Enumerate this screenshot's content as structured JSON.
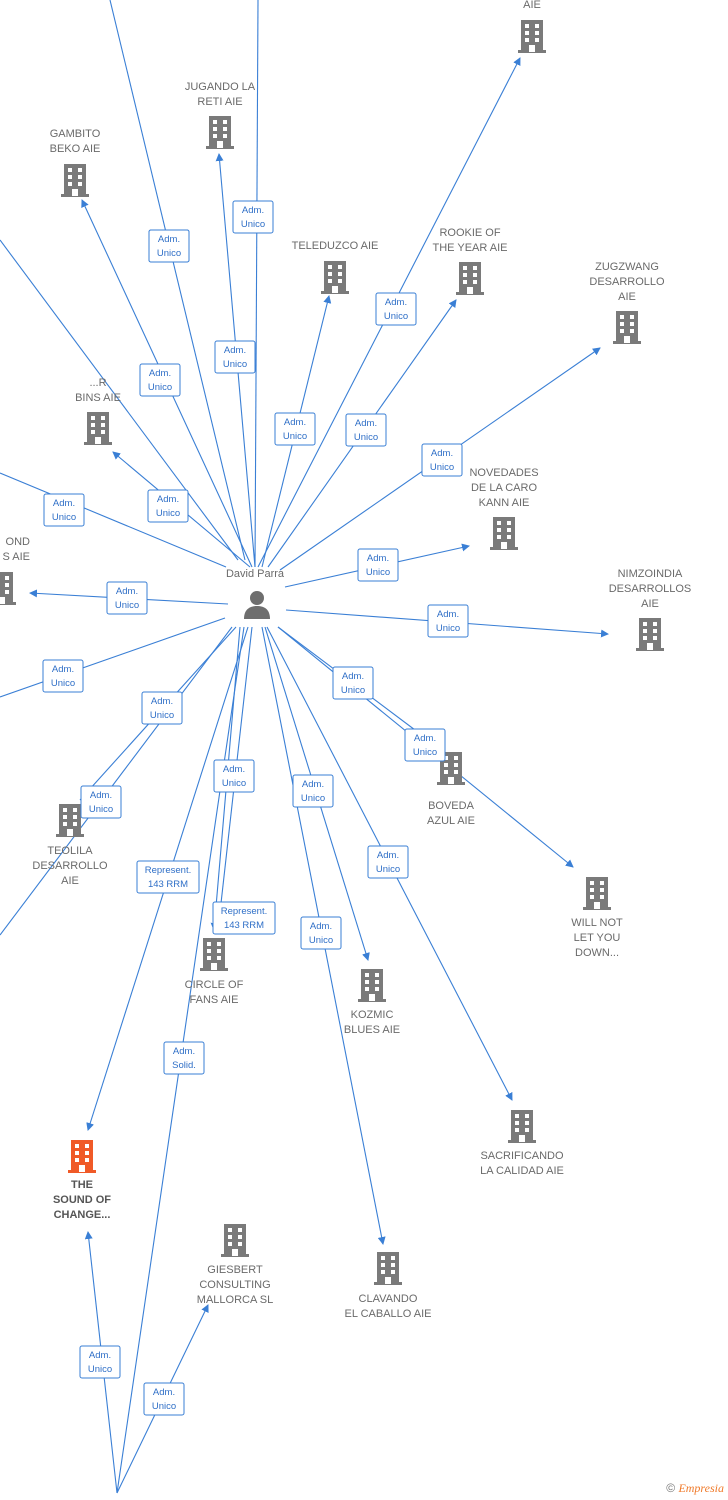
{
  "center": {
    "name": "David Parra"
  },
  "colors": {
    "edge": "#3a7fd5",
    "building": "#7a7a7a",
    "building_focus": "#f05a28"
  },
  "nodes": [
    {
      "id": "aie-top",
      "lines": [
        "AIE"
      ]
    },
    {
      "id": "jugando",
      "lines": [
        "JUGANDO LA",
        "RETI  AIE"
      ]
    },
    {
      "id": "gambito",
      "lines": [
        "GAMBITO",
        "BEKO  AIE"
      ]
    },
    {
      "id": "teleduzco",
      "lines": [
        "TELEDUZCO  AIE"
      ]
    },
    {
      "id": "rookie",
      "lines": [
        "ROOKIE OF",
        "THE YEAR  AIE"
      ]
    },
    {
      "id": "zugzwang",
      "lines": [
        "ZUGZWANG",
        "DESARROLLO",
        "AIE"
      ]
    },
    {
      "id": "bins",
      "lines": [
        "...R",
        "BINS  AIE"
      ]
    },
    {
      "id": "novedades",
      "lines": [
        "NOVEDADES",
        "DE LA CARO",
        "KANN  AIE"
      ]
    },
    {
      "id": "ond",
      "lines": [
        "OND",
        "S  AIE"
      ]
    },
    {
      "id": "nimzoindia",
      "lines": [
        "NIMZOINDIA",
        "DESARROLLOS",
        "AIE"
      ]
    },
    {
      "id": "boveda",
      "lines": [
        "BOVEDA",
        "AZUL  AIE"
      ]
    },
    {
      "id": "teolila",
      "lines": [
        "TEOLILA",
        "DESARROLLO",
        "AIE"
      ]
    },
    {
      "id": "willnot",
      "lines": [
        "WILL NOT",
        "LET YOU",
        "DOWN..."
      ]
    },
    {
      "id": "circle",
      "lines": [
        "CIRCLE OF",
        "FANS  AIE"
      ]
    },
    {
      "id": "kozmic",
      "lines": [
        "KOZMIC",
        "BLUES  AIE"
      ]
    },
    {
      "id": "sacrificando",
      "lines": [
        "SACRIFICANDO",
        "LA CALIDAD  AIE"
      ]
    },
    {
      "id": "sound",
      "lines": [
        "THE",
        "SOUND OF",
        "CHANGE..."
      ]
    },
    {
      "id": "giesbert",
      "lines": [
        "GIESBERT",
        "CONSULTING",
        "MALLORCA  SL"
      ]
    },
    {
      "id": "clavando",
      "lines": [
        "CLAVANDO",
        "EL CABALLO  AIE"
      ]
    }
  ],
  "edges": [
    {
      "lines": [
        "Adm.",
        "Unico"
      ]
    },
    {
      "lines": [
        "Adm.",
        "Unico"
      ]
    },
    {
      "lines": [
        "Adm.",
        "Unico"
      ]
    },
    {
      "lines": [
        "Adm.",
        "Unico"
      ]
    },
    {
      "lines": [
        "Adm.",
        "Unico"
      ]
    },
    {
      "lines": [
        "Adm.",
        "Unico"
      ]
    },
    {
      "lines": [
        "Adm.",
        "Unico"
      ]
    },
    {
      "lines": [
        "Adm.",
        "Unico"
      ]
    },
    {
      "lines": [
        "Adm.",
        "Unico"
      ]
    },
    {
      "lines": [
        "Adm.",
        "Unico"
      ]
    },
    {
      "lines": [
        "Adm.",
        "Unico"
      ]
    },
    {
      "lines": [
        "Adm.",
        "Unico"
      ]
    },
    {
      "lines": [
        "Adm.",
        "Unico"
      ]
    },
    {
      "lines": [
        "Adm.",
        "Unico"
      ]
    },
    {
      "lines": [
        "Adm.",
        "Unico"
      ]
    },
    {
      "lines": [
        "Adm.",
        "Unico"
      ]
    },
    {
      "lines": [
        "Adm.",
        "Unico"
      ]
    },
    {
      "lines": [
        "Adm.",
        "Unico"
      ]
    },
    {
      "lines": [
        "Adm.",
        "Unico"
      ]
    },
    {
      "lines": [
        "Adm.",
        "Unico"
      ]
    },
    {
      "lines": [
        "Adm.",
        "Unico"
      ]
    },
    {
      "lines": [
        "Represent.",
        "143 RRM"
      ]
    },
    {
      "lines": [
        "Represent.",
        "143 RRM"
      ]
    },
    {
      "lines": [
        "Adm.",
        "Unico"
      ]
    },
    {
      "lines": [
        "Adm.",
        "Solid."
      ]
    },
    {
      "lines": [
        "Adm.",
        "Unico"
      ]
    },
    {
      "lines": [
        "Adm.",
        "Unico"
      ]
    },
    {
      "lines": [
        "Adm.",
        "Unico"
      ]
    }
  ],
  "footer": {
    "copyright": "©",
    "brand": "Empresia"
  }
}
